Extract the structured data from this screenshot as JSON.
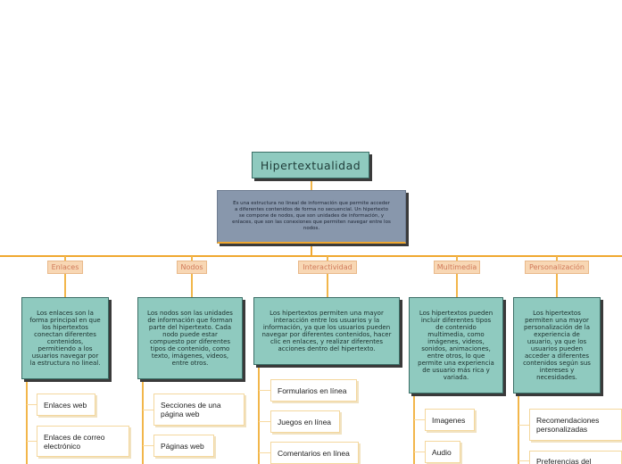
{
  "root": {
    "label": "Hipertextualidad"
  },
  "description": "Es una estructura no lineal de información que permite acceder a diferentes contenidos de forma no secuencial. Un hipertexto se compone de nodos, que son unidades de información, y enlaces, que son las conexiones que permiten navegar entre los nodos.",
  "categories": [
    {
      "label": "Enlaces",
      "description": "Los enlaces son la forma principal en que los hipertextos conectan diferentes contenidos, permitiendo a los usuarios navegar por la estructura no lineal.",
      "items": [
        "Enlaces web",
        "Enlaces de correo electrónico"
      ]
    },
    {
      "label": "Nodos",
      "description": "Los nodos son las unidades de información que forman parte del hipertexto. Cada nodo puede estar compuesto por diferentes tipos de contenido, como texto, imágenes, videos, entre otros.",
      "items": [
        "Secciones de una página web",
        "Páginas web"
      ]
    },
    {
      "label": "Interactividad",
      "description": "Los hipertextos permiten una mayor interacción entre los usuarios y la información, ya que los usuarios pueden navegar por diferentes contenidos, hacer clic en enlaces, y realizar diferentes acciones dentro del hipertexto.",
      "items": [
        "Formularios en línea",
        "Juegos en línea",
        "Comentarios en línea"
      ]
    },
    {
      "label": "Multimedia",
      "description": "Los hipertextos pueden incluir diferentes tipos de contenido multimedia, como imágenes, videos, sonidos, animaciones, entre otros, lo que permite una experiencia de usuario más rica y variada.",
      "items": [
        "Imagenes",
        "Audio"
      ]
    },
    {
      "label": "Personalización",
      "description": "Los hipertextos permiten una mayor personalización de la experiencia de usuario, ya que los usuarios pueden acceder a diferentes contenidos según sus intereses y necesidades.",
      "items": [
        "Recomendaciones personalizadas",
        "Preferencias del"
      ]
    }
  ]
}
